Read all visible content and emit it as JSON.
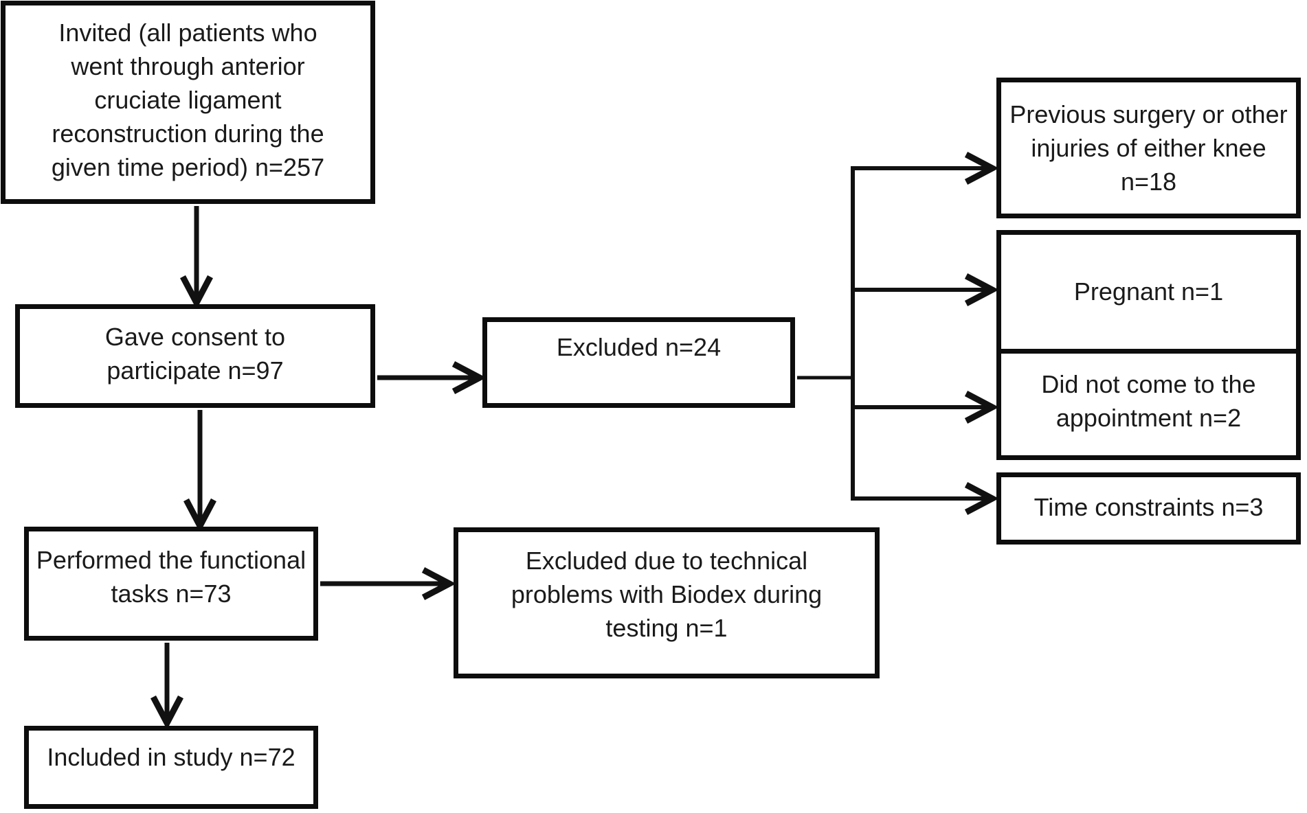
{
  "figure": {
    "background": "#ffffff",
    "border_color": "#0d0d0d",
    "text_color": "#1a1a1a",
    "type": "study-flow-diagram"
  },
  "boxes": {
    "invited": {
      "label": "Invited (all patients who went through anterior cruciate ligament reconstruction during the given time period) n=257",
      "n": 257,
      "lines": [
        "Invited (all patients who",
        "went through anterior",
        "cruciate ligament",
        "reconstruction during the",
        "given time period) n=257"
      ]
    },
    "consent": {
      "label": "Gave consent to participate n=97",
      "n": 97,
      "lines": [
        "Gave consent to",
        "participate n=97"
      ]
    },
    "excluded": {
      "label": "Excluded n=24",
      "n": 24,
      "lines": [
        "Excluded n=24"
      ]
    },
    "prev_surgery": {
      "label": "Previous surgery or other injuries of either knee n=18",
      "n": 18,
      "lines": [
        "Previous surgery or other",
        "injuries of either knee",
        "n=18"
      ]
    },
    "pregnant": {
      "label": "Pregnant n=1",
      "n": 1,
      "lines": [
        "Pregnant n=1"
      ]
    },
    "no_show": {
      "label": "Did not come to the appointment n=2",
      "n": 2,
      "lines": [
        "Did not come to the",
        "appointment n=2"
      ]
    },
    "time_constraints": {
      "label": "Time constraints n=3",
      "n": 3,
      "lines": [
        "Time constraints n=3"
      ]
    },
    "performed": {
      "label": "Performed the functional tasks n=73",
      "n": 73,
      "lines": [
        "Performed the functional",
        "tasks n=73"
      ]
    },
    "biodex": {
      "label": "Excluded due to technical problems with Biodex during testing n=1",
      "n": 1,
      "lines": [
        "Excluded due to technical",
        "problems with Biodex during",
        "testing n=1"
      ]
    },
    "included": {
      "label": "Included in study n=72",
      "n": 72,
      "lines": [
        "Included in study n=72"
      ]
    }
  }
}
